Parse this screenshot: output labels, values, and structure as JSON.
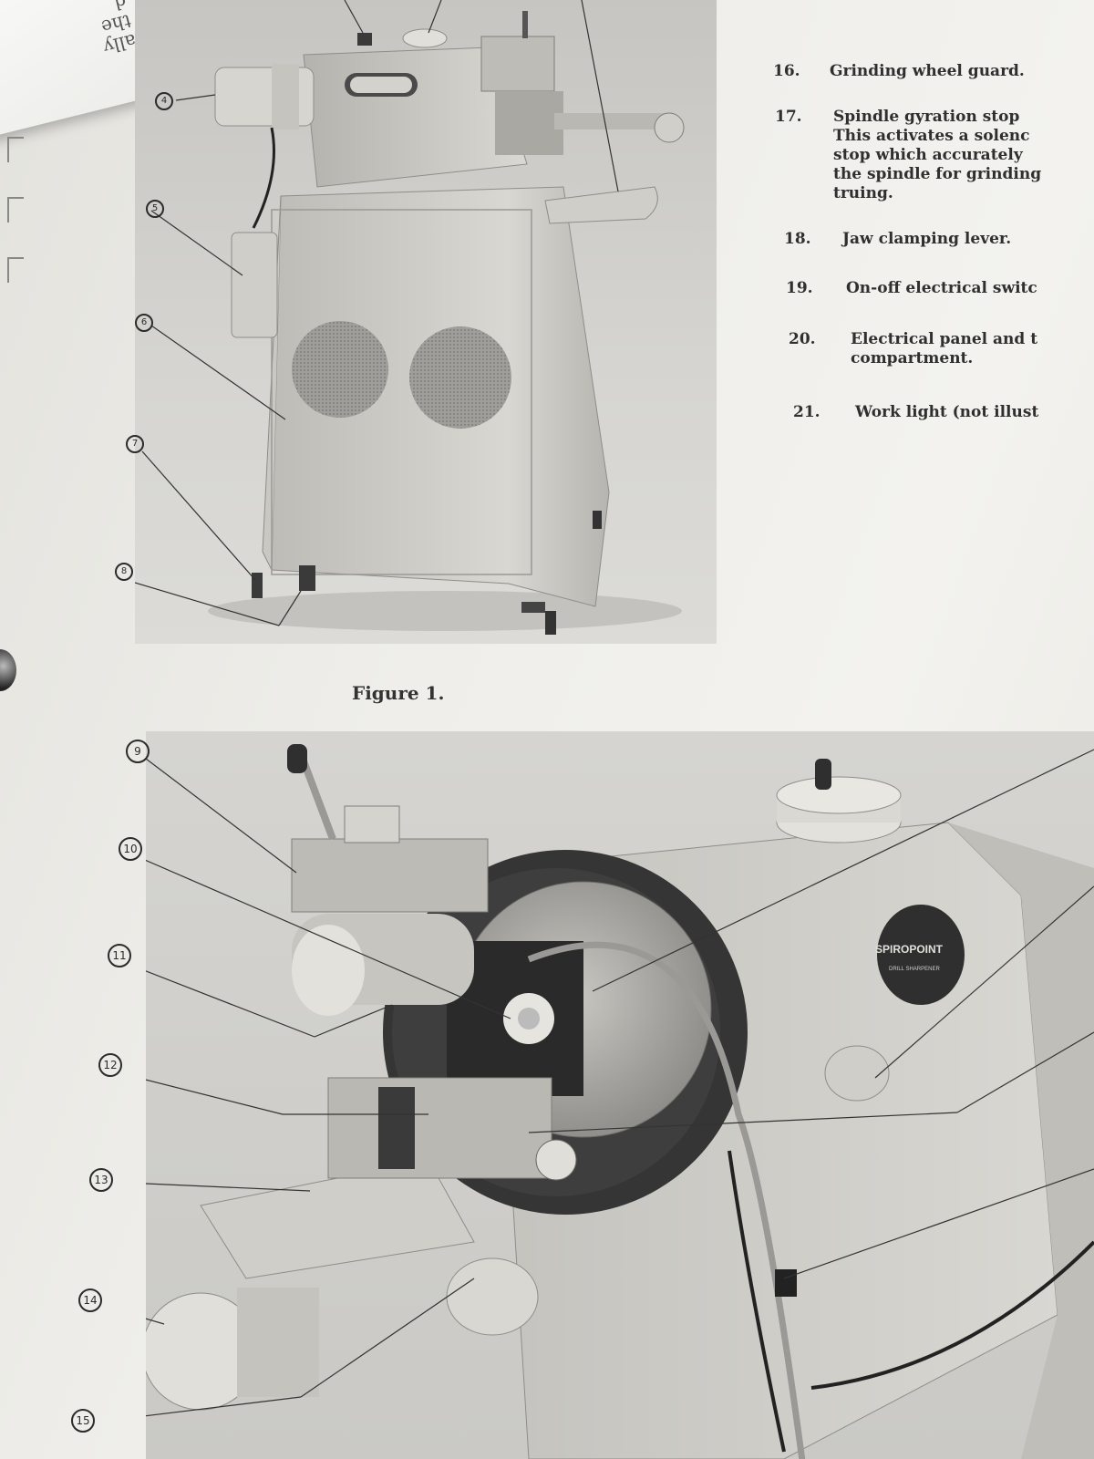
{
  "corner_fragment": "ally\nthe\nd",
  "figure_caption": "Figure 1.",
  "legend": [
    {
      "num": "16.",
      "text": "Grinding wheel guard."
    },
    {
      "num": "17.",
      "text": "Spindle gyration stop\nThis activates a solenc\nstop which accurately\nthe spindle for grinding\ntruing."
    },
    {
      "num": "18.",
      "text": "Jaw clamping lever."
    },
    {
      "num": "19.",
      "text": "On-off electrical switc"
    },
    {
      "num": "20.",
      "text": "Electrical panel and t\ncompartment."
    },
    {
      "num": "21.",
      "text": "Work light (not illust"
    }
  ],
  "callouts_top": [
    "4",
    "5",
    "6",
    "7",
    "8"
  ],
  "callouts_bottom": [
    "9",
    "10",
    "11",
    "12",
    "13",
    "14",
    "15"
  ],
  "badge_text": {
    "brand": "SPIROPOINT",
    "sub": "DRILL SHARPENER"
  }
}
